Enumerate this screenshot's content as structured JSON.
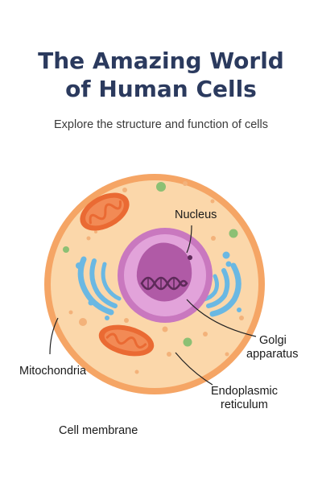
{
  "title": {
    "line1": "The Amazing World",
    "line2": "of Human Cells"
  },
  "subtitle": "Explore the structure and function of cells",
  "labels": {
    "nucleus": "Nucleus",
    "golgi_line1": "Golgi",
    "golgi_line2": "apparatus",
    "mitochondria": "Mitochondria",
    "er_line1": "Endoplasmic",
    "er_line2": "reticulum",
    "membrane": "Cell membrane"
  },
  "colors": {
    "title": "#2b3a5e",
    "membrane": "#f5a565",
    "cytoplasm": "#fbd7aa",
    "nucleus_outer": "#c978bf",
    "nucleus_inner": "#e2a3da",
    "nucleolus": "#b05aa6",
    "mitochondria": "#ea6a33",
    "golgi": "#6ab8e3",
    "vesicle_green": "#8cc074"
  }
}
